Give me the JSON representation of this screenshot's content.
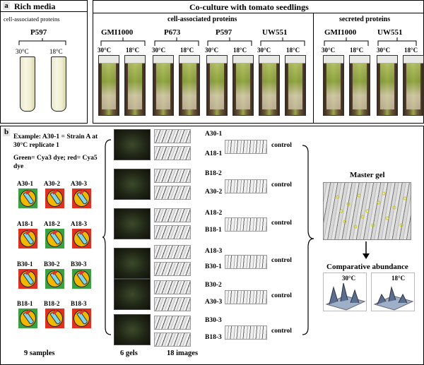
{
  "colors": {
    "red": "#e03020",
    "green": "#3aa040",
    "yellow": "#f2b800",
    "cyan": "#7fd4e8"
  },
  "panel_a": {
    "letter": "a",
    "rich": {
      "title": "Rich media",
      "subtitle": "cell-associated proteins",
      "strain": "P597",
      "temps": [
        "30°C",
        "18°C"
      ]
    },
    "coculture": {
      "title": "Co-culture with tomato seedlings",
      "cell_title": "cell-associated proteins",
      "secreted_title": "secreted proteins",
      "cell_strains": [
        "GMI1000",
        "P673",
        "P597",
        "UW551"
      ],
      "secreted_strains": [
        "GMI1000",
        "UW551"
      ],
      "temps": [
        "30°C",
        "18°C"
      ]
    }
  },
  "panel_b": {
    "letter": "b",
    "example": "Example: A30-1 = Strain A at 30°C replicate 1",
    "dye_note": "Green= Cya3 dye; red= Cya5 dye",
    "samples": [
      [
        "A30-1",
        "A30-2",
        "A30-3"
      ],
      [
        "A18-1",
        "A18-2",
        "A18-3"
      ],
      [
        "B30-1",
        "B30-2",
        "B30-3"
      ],
      [
        "B18-1",
        "B18-2",
        "B18-3"
      ]
    ],
    "sample_backgrounds": [
      [
        "green",
        "red",
        "red"
      ],
      [
        "red",
        "green",
        "red"
      ],
      [
        "red",
        "green",
        "green"
      ],
      [
        "green",
        "red",
        "red"
      ]
    ],
    "pairs": [
      [
        "A30-1",
        "A18-1"
      ],
      [
        "B18-2",
        "A30-2"
      ],
      [
        "A18-2",
        "B18-1"
      ],
      [
        "A18-3",
        "B30-1"
      ],
      [
        "B30-2",
        "A30-3"
      ],
      [
        "B30-3",
        "B18-3"
      ]
    ],
    "control_label": "control",
    "master_gel": "Master gel",
    "comparative": "Comparative abundance",
    "plot_temps": [
      "30°C",
      "18°C"
    ],
    "footer": {
      "samples": "9 samples",
      "gels": "6 gels",
      "images": "18 images"
    }
  }
}
